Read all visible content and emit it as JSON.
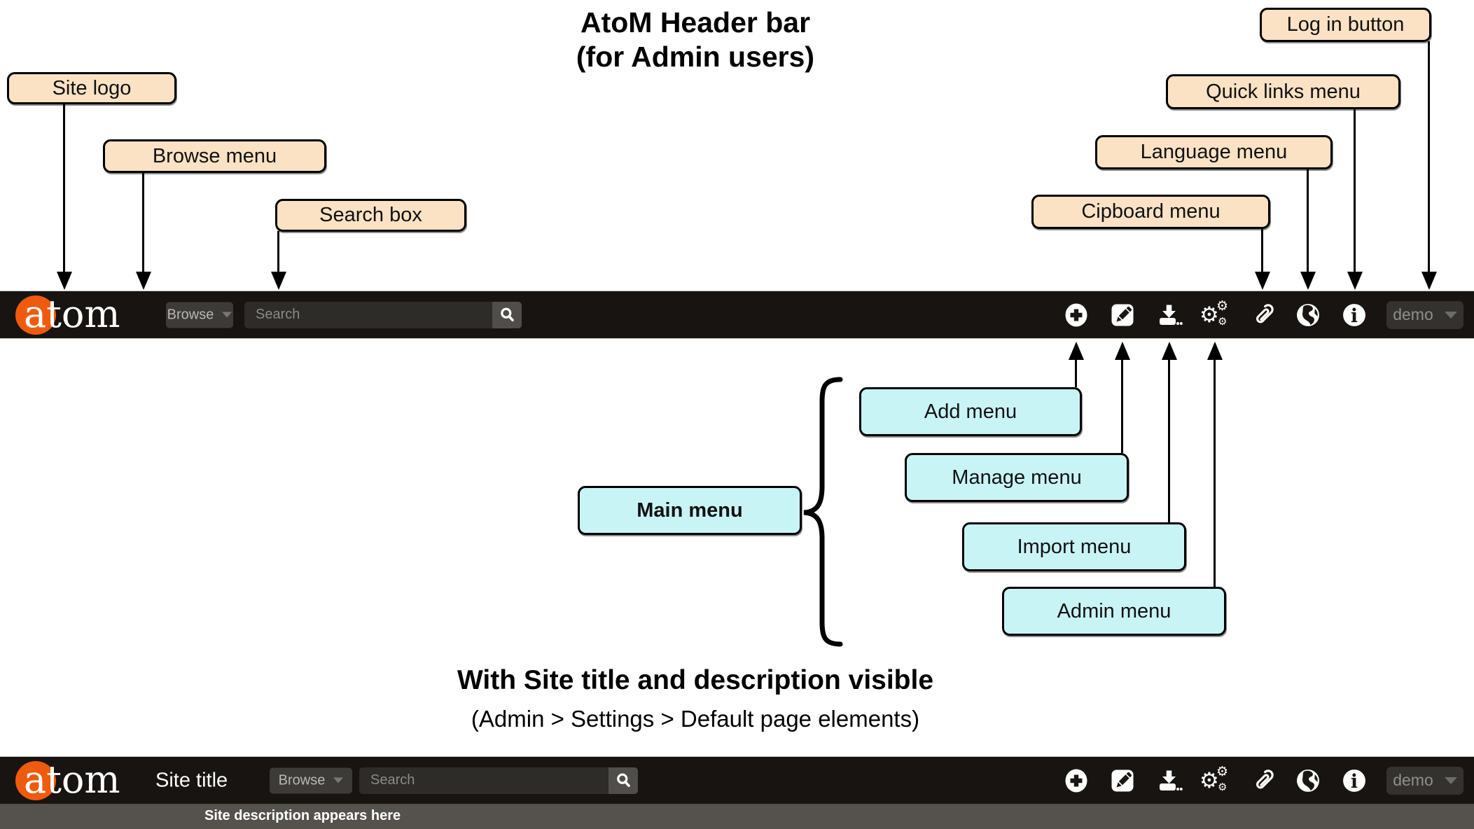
{
  "diagram": {
    "title_line1": "AtoM Header bar",
    "title_line2": "(for Admin users)",
    "section2_title": "With Site title and description visible",
    "section2_subtitle": "(Admin > Settings > Default page elements)"
  },
  "callouts": {
    "site_logo": "Site logo",
    "browse_menu": "Browse menu",
    "search_box": "Search box",
    "log_in_button": "Log in button",
    "quick_links_menu": "Quick links menu",
    "language_menu": "Language menu",
    "clipboard_menu": "Cipboard menu",
    "main_menu": "Main menu",
    "add_menu": "Add menu",
    "manage_menu": "Manage menu",
    "import_menu": "Import menu",
    "admin_menu": "Admin menu"
  },
  "header1": {
    "logo_text": "atom",
    "browse_label": "Browse",
    "search_placeholder": "Search",
    "user_label": "demo"
  },
  "header2": {
    "logo_text": "atom",
    "site_title": "Site title",
    "browse_label": "Browse",
    "search_placeholder": "Search",
    "user_label": "demo",
    "site_description": "Site description appears here"
  },
  "icons": [
    "add-icon",
    "edit-icon",
    "import-icon",
    "admin-gears-icon",
    "clipboard-paperclip-icon",
    "language-globe-icon",
    "quick-links-info-icon",
    "search-icon"
  ],
  "colors": {
    "header_bg": "#171411",
    "accent_orange": "#EF5B0E",
    "callout_peach": "#FBE2C4",
    "callout_cyan": "#C9F4F6",
    "description_bar": "#55524E"
  }
}
